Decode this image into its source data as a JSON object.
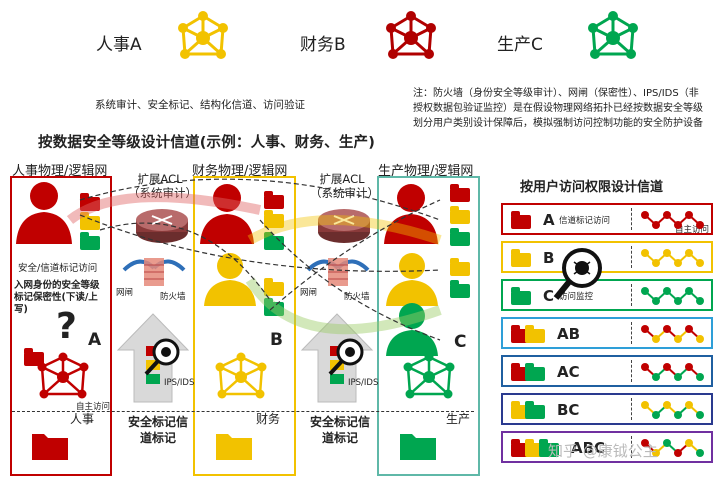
{
  "header": {
    "dept_a": "人事A",
    "dept_b": "财务B",
    "dept_c": "生产C"
  },
  "subtitle": "系统审计、安全标记、结构化信道、访问验证",
  "main_title": "按数据安全等级设计信道(示例：人事、财务、生产)",
  "note": "注：防火墙（身份安全等级审计）、网闸（保密性）、IPS/IDS（非授权数据包验证监控）是在假设物理网络拓扑已经按数据安全等级划分用户类别设计保障后，模拟强制访问控制功能的安全防护设备",
  "columns": {
    "hr": {
      "title": "人事物理/逻辑网",
      "label_channel": "安全/信道标记访问",
      "label_identity": "入网身份的安全等级标记保密性(下读/上写)",
      "letter": "A",
      "self_access": "自主访问",
      "bottom": "人事"
    },
    "acl1": {
      "title": "扩展ACL（系统审计）",
      "gate": "网闸",
      "firewall": "防火墙",
      "ips": "IPS/IDS",
      "bottom": "安全标记信道标记"
    },
    "fin": {
      "title": "财务物理/逻辑网",
      "letter": "B",
      "bottom": "财务"
    },
    "acl2": {
      "title": "扩展ACL（系统审计）",
      "gate": "网闸",
      "firewall": "防火墙",
      "ips": "IPS/IDS",
      "bottom": "安全标记信道标记"
    },
    "prod": {
      "title": "生产物理/逻辑网",
      "letter": "C",
      "bottom": "生产"
    }
  },
  "right_panel": {
    "title": "按用户访问权限设计信道",
    "rows": [
      {
        "label": "A",
        "note": "信道标记访问",
        "note2": "自主访问",
        "color": "#c00000"
      },
      {
        "label": "B",
        "note": "",
        "note2": "",
        "color": "#f2c200"
      },
      {
        "label": "C",
        "note": "访问监控",
        "note2": "",
        "color": "#00a650"
      },
      {
        "label": "AB",
        "note": "",
        "note2": "",
        "color": "#2e9fd8"
      },
      {
        "label": "AC",
        "note": "",
        "note2": "",
        "color": "#1f5fa0"
      },
      {
        "label": "BC",
        "note": "",
        "note2": "",
        "color": "#2a3a8f"
      },
      {
        "label": "ABC",
        "note": "",
        "note2": "",
        "color": "#7030a0"
      }
    ]
  },
  "watermark": "知乎 @康钺公主",
  "colors": {
    "red": "#c00000",
    "yellow": "#f2c200",
    "green": "#00a650",
    "teal": "#5fb8a8"
  },
  "icons": [
    "network-icon",
    "user-icon",
    "folder-icon",
    "router-icon",
    "bug-magnifier-icon",
    "firewall-icon"
  ]
}
